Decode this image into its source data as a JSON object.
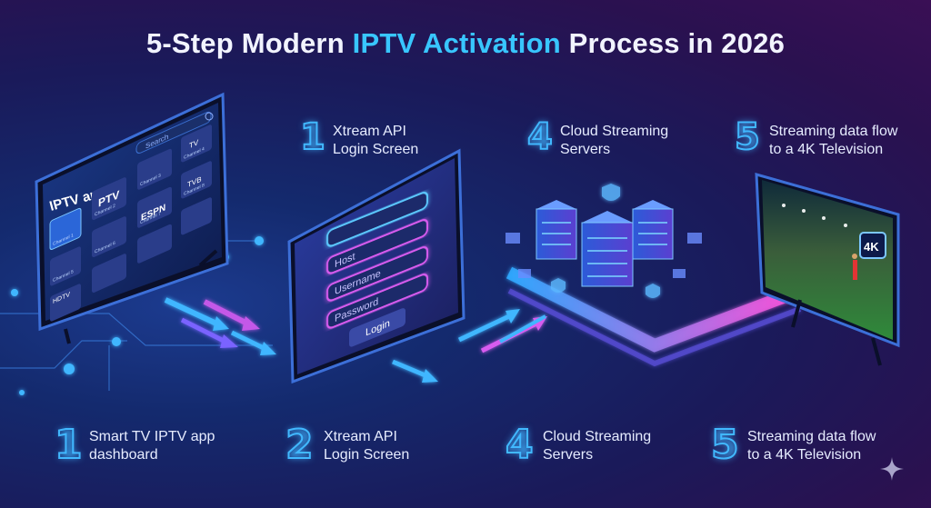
{
  "title": {
    "prefix": "5-Step Modern ",
    "highlight": "IPTV Activation",
    "suffix": " Process in 2026"
  },
  "tv_app": {
    "app_label": "IPTV app",
    "search_placeholder": "Search",
    "tiles": [
      "PTV",
      "ESPN",
      "TV",
      "TVB",
      "HDTV"
    ],
    "channels": [
      "Channel 1",
      "Channel 2",
      "Channel 3",
      "Channel 4",
      "Channel 5",
      "Channel 6",
      "Channel 7",
      "Channel 8"
    ]
  },
  "login_form": {
    "host": "Host",
    "username": "Username",
    "password": "Password",
    "button": "Login"
  },
  "tv_4k": {
    "badge": "4K"
  },
  "top_steps": [
    {
      "num": "1",
      "line1": "Xtream API",
      "line2": "Login Screen"
    },
    {
      "num": "4",
      "line1": "Cloud Streaming",
      "line2": "Servers"
    },
    {
      "num": "5",
      "line1": "Streaming data flow",
      "line2": "to a 4K Television"
    }
  ],
  "bottom_steps": [
    {
      "num": "1",
      "line1": "Smart TV IPTV app",
      "line2": "dashboard"
    },
    {
      "num": "2",
      "line1": "Xtream API",
      "line2": "Login Screen"
    },
    {
      "num": "4",
      "line1": "Cloud Streaming",
      "line2": "Servers"
    },
    {
      "num": "5",
      "line1": "Streaming data flow",
      "line2": "to a 4K Television"
    }
  ],
  "colors": {
    "accent": "#38c6ff",
    "pink": "#e94bd1",
    "bg_dark": "#1a1a5a"
  },
  "icons": [
    "sparkle-icon",
    "shield-lock-icon",
    "server-icon"
  ]
}
